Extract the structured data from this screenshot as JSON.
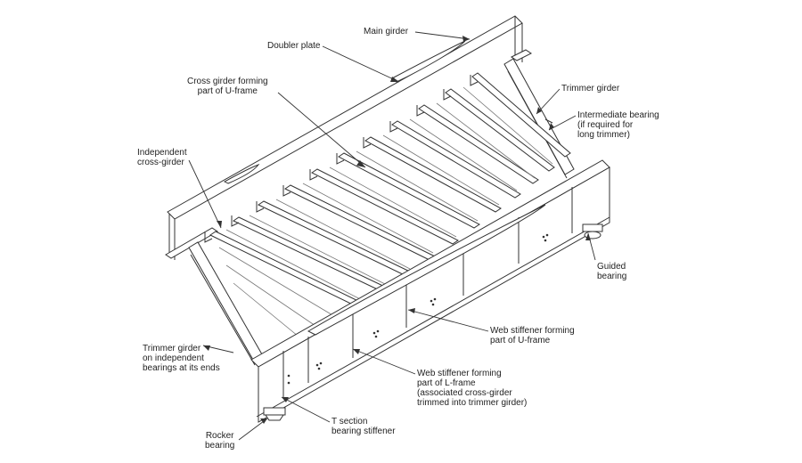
{
  "labels": {
    "main_girder": [
      "Main girder"
    ],
    "doubler_plate": [
      "Doubler plate"
    ],
    "cross_girder_uframe": [
      "Cross girder forming",
      "part of U-frame"
    ],
    "trimmer_girder_top": [
      "Trimmer girder"
    ],
    "intermediate_bearing": [
      "Intermediate bearing",
      "(if required for",
      "long trimmer)"
    ],
    "independent_cross_girder": [
      "Independent",
      "cross-girder"
    ],
    "guided_bearing": [
      "Guided",
      "bearing"
    ],
    "web_stiffener_uframe": [
      "Web stiffener forming",
      "part of U-frame"
    ],
    "trimmer_girder_bottom": [
      "Trimmer girder",
      "on independent",
      "bearings at its ends"
    ],
    "web_stiffener_lframe": [
      "Web stiffener forming",
      "part of L-frame",
      "(associated cross-girder",
      "trimmed into trimmer girder)"
    ],
    "t_section": [
      "T section",
      "bearing stiffener"
    ],
    "rocker_bearing": [
      "Rocker",
      "bearing"
    ]
  },
  "colors": {
    "line": "#333333",
    "text": "#222222",
    "background": "#ffffff"
  }
}
